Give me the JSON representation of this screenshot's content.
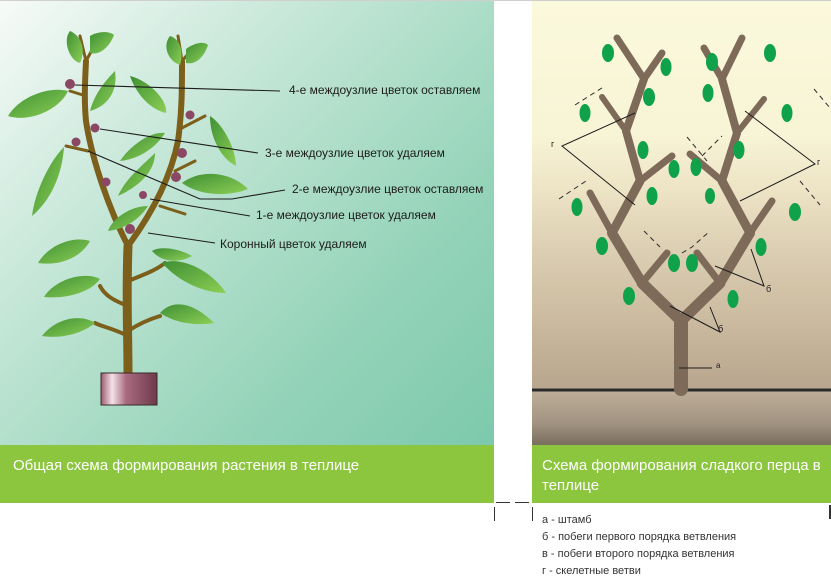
{
  "left_figure": {
    "caption": "Общая схема формирования растения в теплице",
    "labels": [
      "4-е междоузлие цветок оставляем",
      "3-е междоузлие цветок удаляем",
      "2-е междоузлие цветок оставляем",
      "1-е междоузлие цветок удаляем",
      "Коронный цветок удаляем"
    ],
    "colors": {
      "background": "#9fd7bf",
      "leaf": "#5fae3e",
      "stem": "#7a5c1a",
      "flower": "#8c4a66",
      "pot": "#9a5c70",
      "caption_bar": "#8cc63f"
    }
  },
  "right_figure": {
    "caption": "Схема формирования сладкого перца в теплице",
    "diagram_labels": {
      "skeletal_left": "г",
      "skeletal_right": "г",
      "first_order_lower": "б",
      "first_order_upper": "б",
      "stem": "а"
    },
    "legend": [
      "а - штамб",
      "б - побеги первого порядка ветвления",
      "в - побеги второго порядка ветвления",
      "г - скелетные ветви"
    ],
    "colors": {
      "background_top": "#fbf9dc",
      "background_bottom": "#b0a08b",
      "branch": "#7d6a58",
      "pepper": "#0fa24a",
      "ground_line": "#2b2b2b",
      "caption_bar": "#8cc63f"
    }
  }
}
